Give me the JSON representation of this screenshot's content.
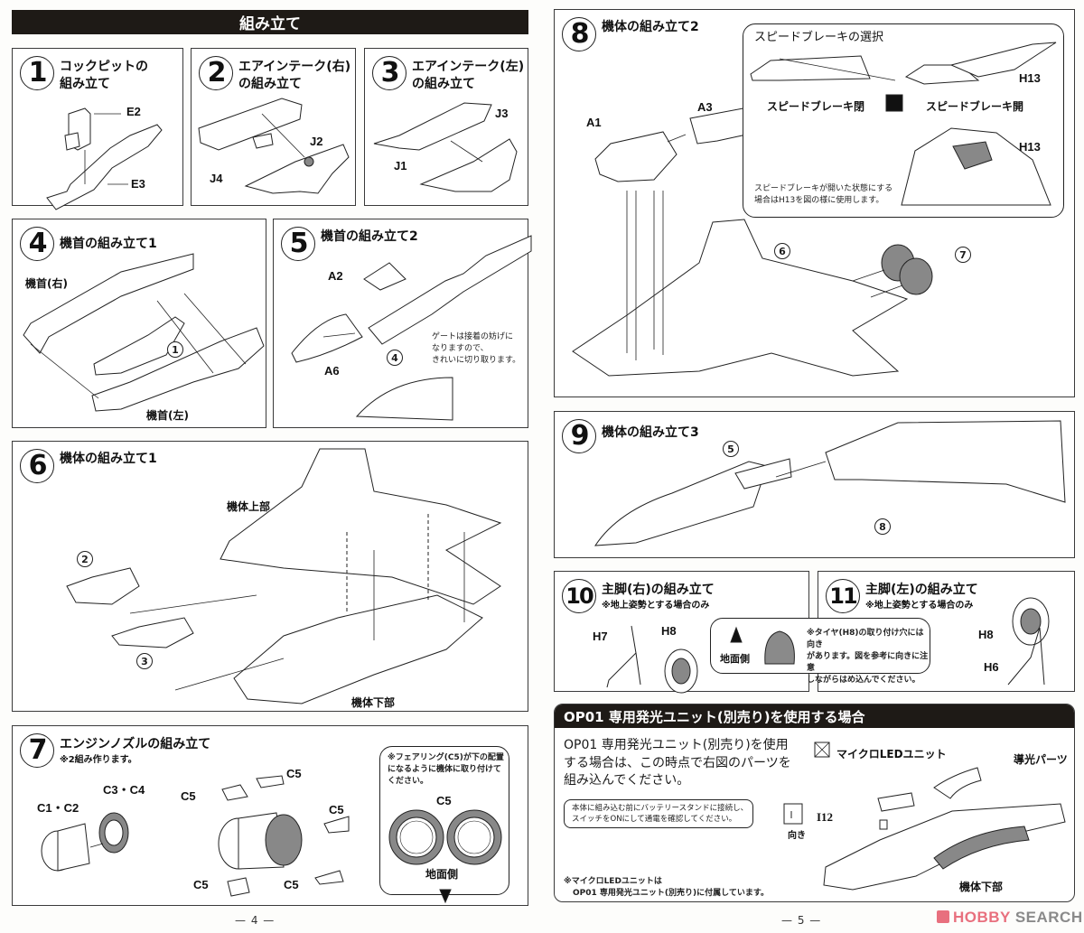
{
  "header": {
    "title": "組み立て"
  },
  "steps": [
    {
      "num": "1",
      "title_line1": "コックピットの",
      "title_line2": "組み立て",
      "parts": [
        "E2",
        "E3"
      ]
    },
    {
      "num": "2",
      "title_line1": "エアインテーク(右)",
      "title_line2": "の組み立て",
      "parts": [
        "J2",
        "J4"
      ]
    },
    {
      "num": "3",
      "title_line1": "エアインテーク(左)",
      "title_line2": "の組み立て",
      "parts": [
        "J3",
        "J1"
      ]
    },
    {
      "num": "4",
      "title": "機首の組み立て1",
      "labels": {
        "right": "機首(右)",
        "left": "機首(左)"
      },
      "refs": [
        "1"
      ]
    },
    {
      "num": "5",
      "title": "機首の組み立て2",
      "parts": [
        "A2",
        "A6"
      ],
      "refs": [
        "4"
      ],
      "note": [
        "ゲートは接着の妨げに",
        "なりますので、",
        "きれいに切り取ります。"
      ]
    },
    {
      "num": "6",
      "title": "機体の組み立て1",
      "labels": {
        "upper": "機体上部",
        "lower": "機体下部"
      },
      "refs": [
        "2",
        "3"
      ]
    },
    {
      "num": "7",
      "title": "エンジンノズルの組み立て",
      "subtitle": "※2組み作ります。",
      "parts": [
        "C1・C2",
        "C3・C4",
        "C5",
        "C5",
        "C5",
        "C5",
        "C5"
      ],
      "fairing_note": [
        "※フェアリング(C5)が下の配置",
        "になるように機体に取り付けて",
        "ください。"
      ],
      "fairing_part": "C5",
      "ground_label": "地面側"
    },
    {
      "num": "8",
      "title": "機体の組み立て2",
      "parts": [
        "A1",
        "A3"
      ],
      "refs": [
        "6",
        "7"
      ],
      "speed_brake": {
        "title": "スピードブレーキの選択",
        "closed_label": "スピードブレーキ閉",
        "open_label": "スピードブレーキ開",
        "part": "H13",
        "note": [
          "スピードブレーキが開いた状態にする",
          "場合はH13を図の様に使用します。"
        ]
      }
    },
    {
      "num": "9",
      "title": "機体の組み立て3",
      "refs": [
        "5",
        "8"
      ]
    },
    {
      "num": "10",
      "title": "主脚(右)の組み立て",
      "subtitle": "※地上姿勢とする場合のみ",
      "parts": [
        "H7",
        "H8"
      ]
    },
    {
      "num": "11",
      "title": "主脚(左)の組み立て",
      "subtitle": "※地上姿勢とする場合のみ",
      "parts": [
        "H8",
        "H6"
      ]
    }
  ],
  "tire_note": {
    "ground_label": "地面側",
    "text": [
      "※タイヤ(H8)の取り付け穴には向き",
      "があります。図を参考に向きに注意",
      "しながらはめ込んでください。"
    ]
  },
  "op01": {
    "title": "OP01 専用発光ユニット(別売り)を使用する場合",
    "body": [
      "OP01 専用発光ユニット(別売り)を使用",
      "する場合は、この時点で右図のパーツを",
      "組み込んでください。"
    ],
    "check_note": [
      "本体に組み込む前にバッテリースタンドに接続し、",
      "スイッチをONにして通電を確認してください。"
    ],
    "footnote": [
      "※マイクロLEDユニットは",
      "OP01 専用発光ユニット(別売り)に付属しています。"
    ],
    "labels": {
      "led_unit": "マイクロLEDユニット",
      "light_guide": "導光パーツ",
      "part": "I12",
      "direction": "向き",
      "lower_body": "機体下部"
    }
  },
  "pages": {
    "left": "— 4 —",
    "right": "— 5 —"
  },
  "watermark": {
    "brand_a": "HOBBY",
    "brand_b": "SEARCH",
    "color_a": "#e8707e",
    "color_b": "#8a8a8a"
  }
}
